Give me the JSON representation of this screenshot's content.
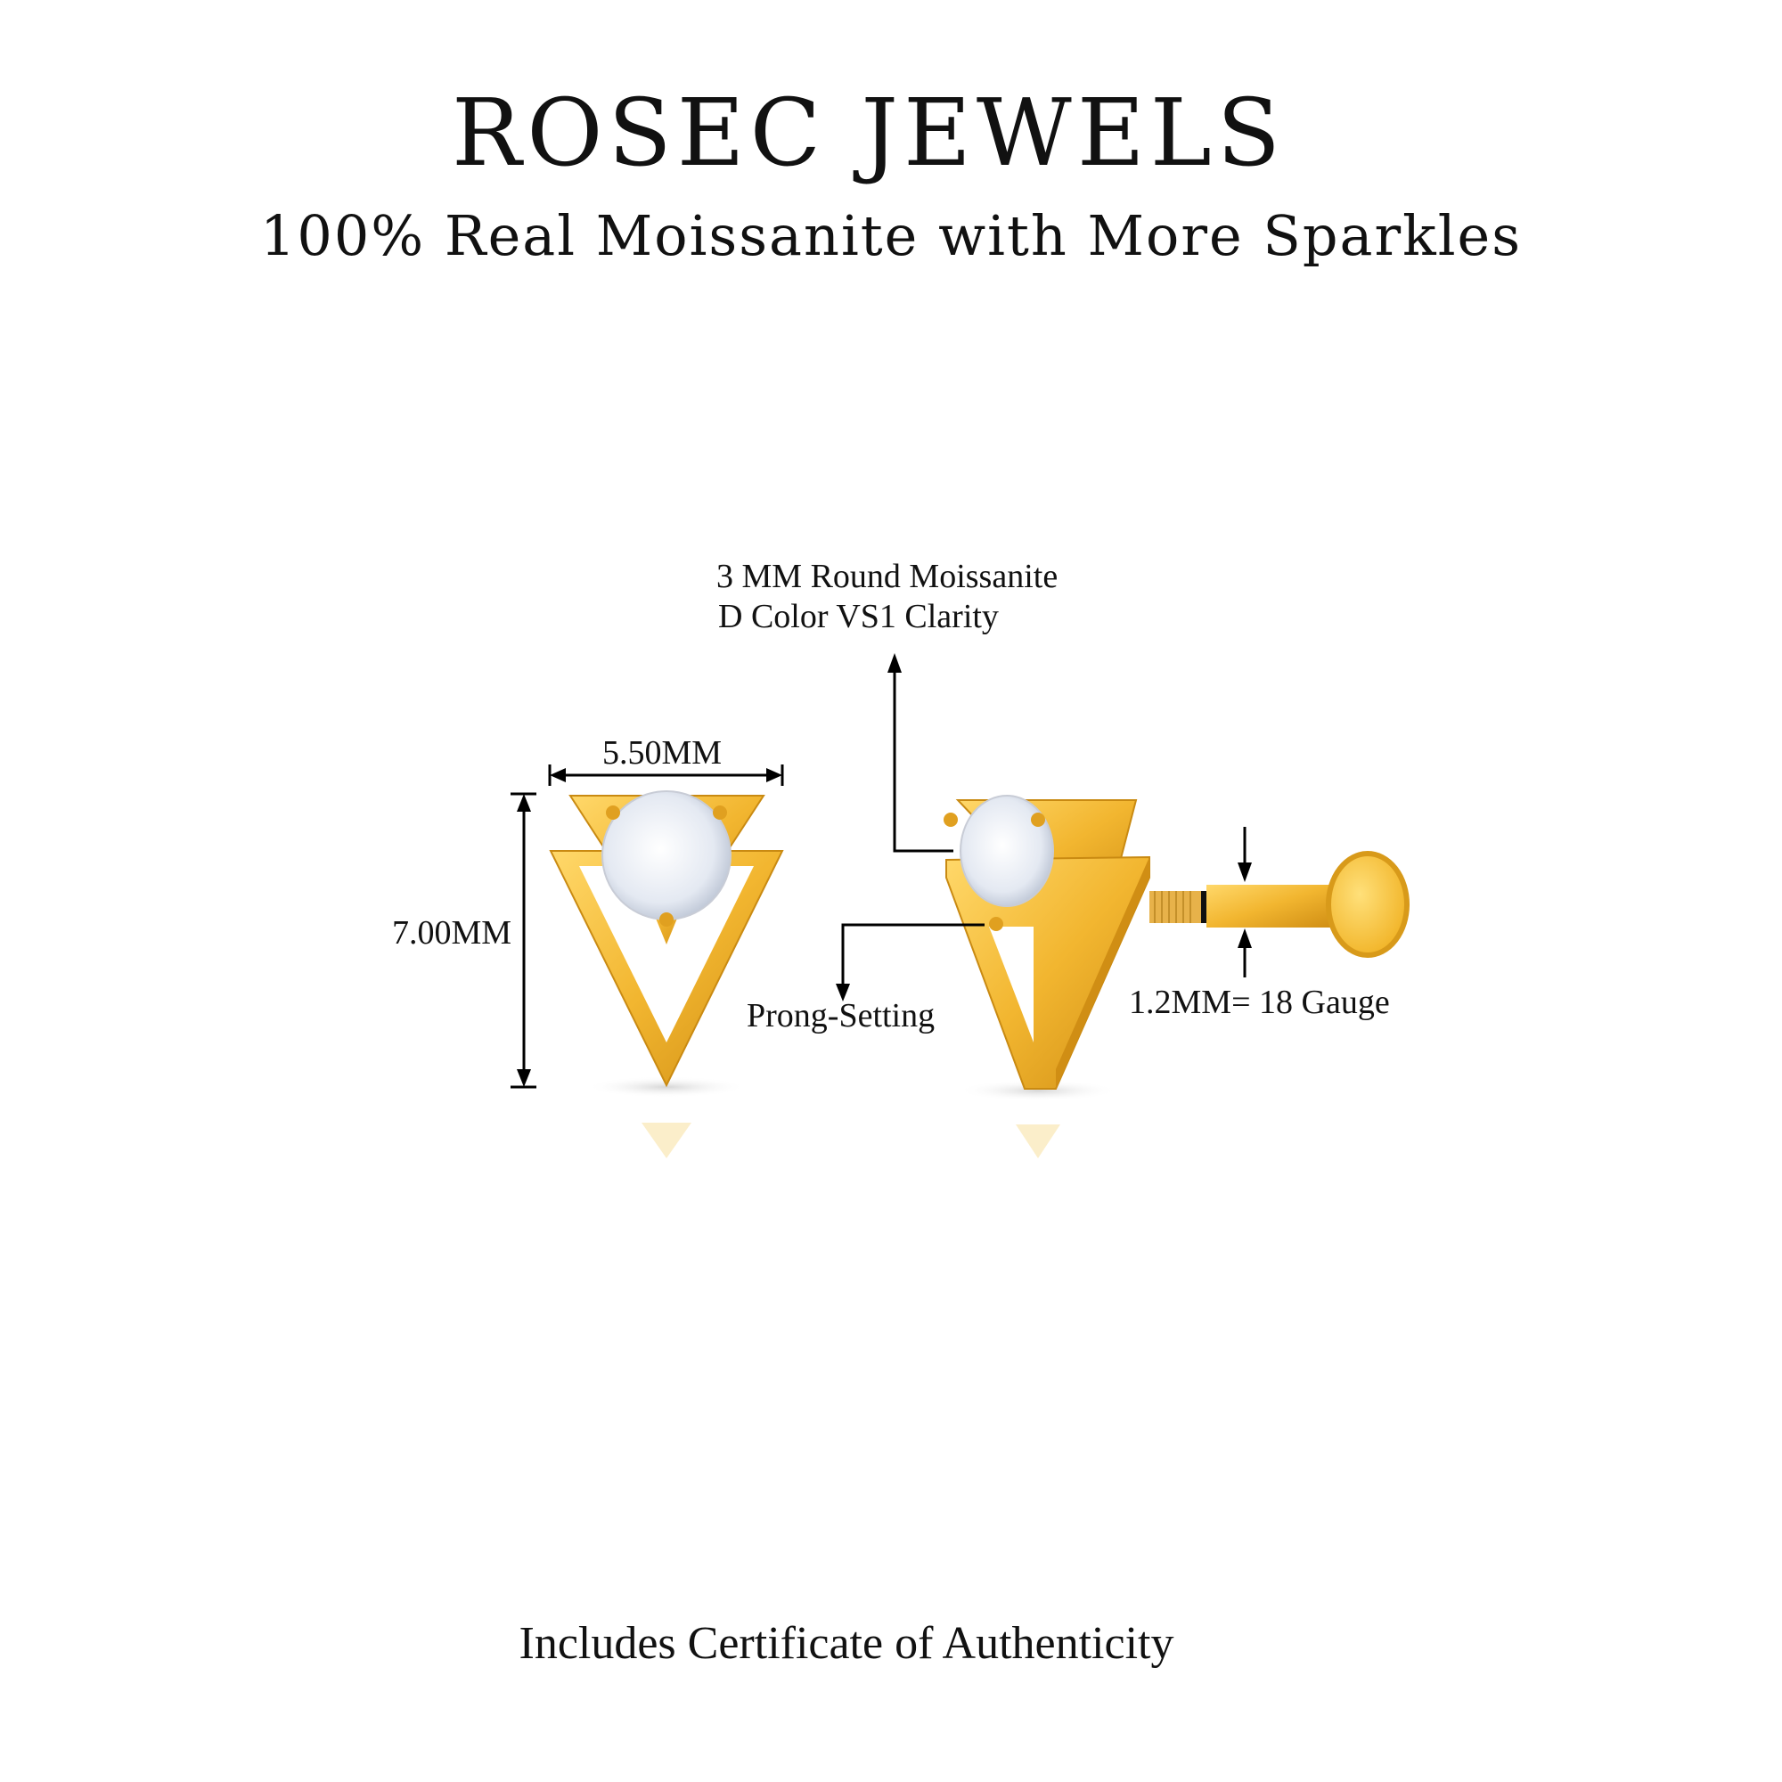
{
  "header": {
    "brand": "ROSEC JEWELS",
    "tagline": "100% Real Moissanite with More Sparkles"
  },
  "dimensions": {
    "width": "5.50MM",
    "height": "7.00MM"
  },
  "callouts": {
    "stone_line1": "3 MM Round Moissanite",
    "stone_line2": "D Color VS1 Clarity",
    "setting": "Prong-Setting",
    "gauge": "1.2MM= 18 Gauge"
  },
  "footer": {
    "certificate": "Includes Certificate of Authenticity"
  },
  "colors": {
    "gold": "#f2b630",
    "gold_dark": "#d08e14",
    "gold_light": "#ffd86a",
    "stone": "#eef2f8"
  }
}
